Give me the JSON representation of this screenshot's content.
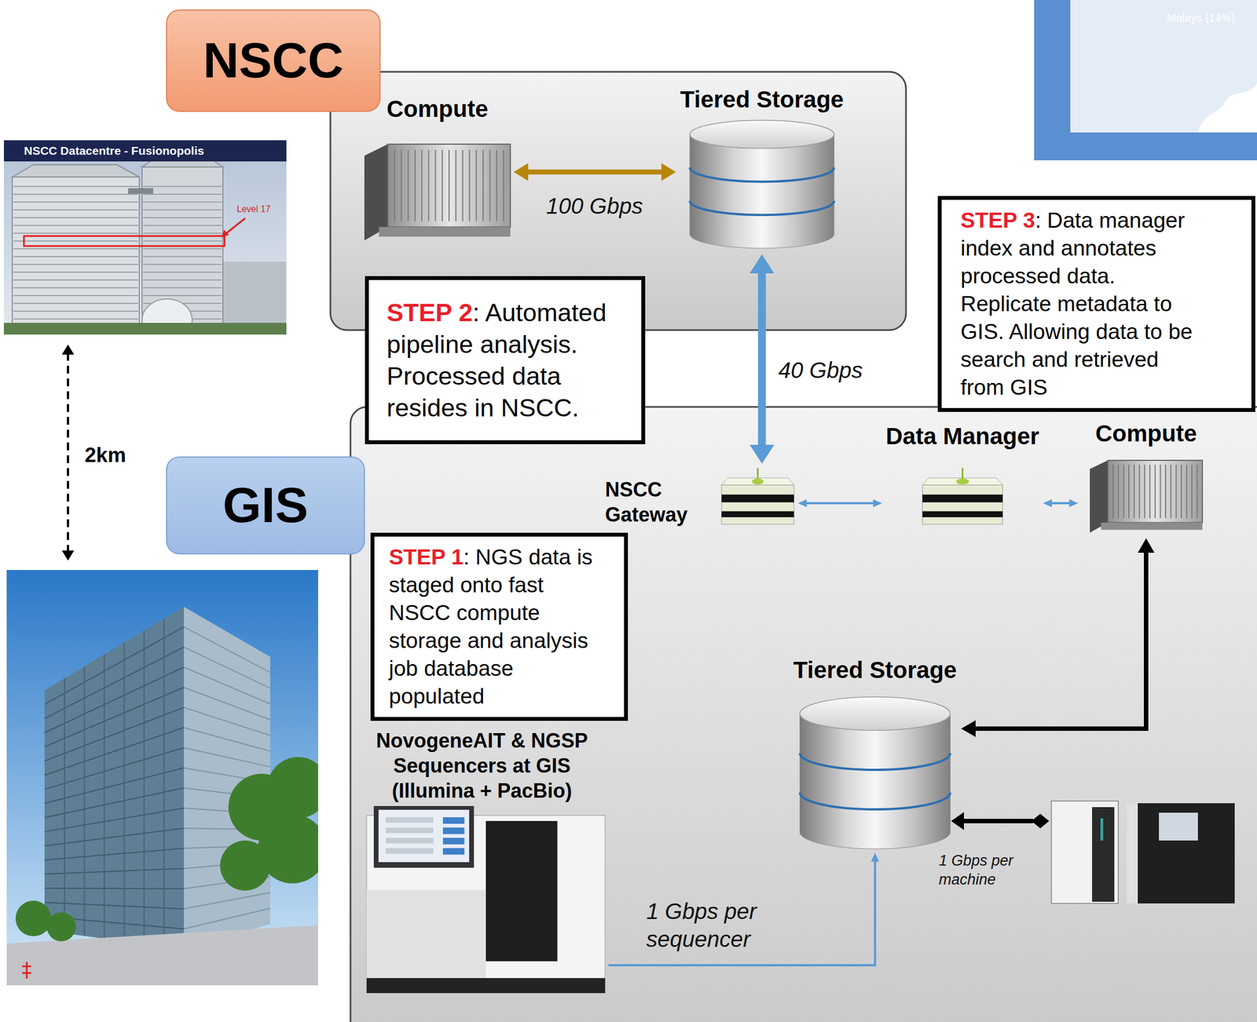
{
  "diagram": {
    "nodes": [
      {
        "text": [
          "NSCC"
        ]
      },
      {
        "text": [
          "Compute"
        ],
        "in": 0
      },
      {
        "text": [
          "Tiered Storage"
        ],
        "in": 0
      },
      {
        "text": [
          "NSCC Datacentre - Fusionopolis",
          "Level 17"
        ]
      },
      {
        "text": [
          "STEP 2",
          ": Automated pipeline analysis. Processed data resides in NSCC."
        ]
      },
      {
        "text": [
          "STEP 3",
          ": Data manager index and annotates processed data. Replicate metadata to GIS. Allowing data to be search and retrieved from GIS"
        ]
      },
      {
        "text": [
          "GIS"
        ]
      },
      {
        "text": [
          "NSCC Gateway"
        ],
        "in": 6
      },
      {
        "text": [
          "Data Manager"
        ],
        "in": 6
      },
      {
        "text": [
          "Compute"
        ],
        "in": 6
      },
      {
        "text": [
          "STEP 1",
          ": NGS data is staged onto fast NSCC compute storage and analysis job database populated"
        ],
        "in": 6
      },
      {
        "text": [
          "NovogeneAIT & NGSP Sequencers at GIS (Illumina + PacBio)"
        ],
        "in": 6
      },
      {
        "text": [
          "Tiered Storage"
        ],
        "in": 6
      }
    ],
    "edges": [
      {
        "from": 1,
        "to": 2,
        "arrow": "both",
        "label": "100 Gbps"
      },
      {
        "from": 2,
        "to": 7,
        "arrow": "both",
        "label": "40 Gbps"
      },
      {
        "from": 7,
        "to": 8,
        "arrow": "both"
      },
      {
        "from": 8,
        "to": 9,
        "arrow": "both"
      },
      {
        "from": 12,
        "to": 9,
        "arrow": "both"
      },
      {
        "from": 11,
        "to": 12,
        "arrow": "to",
        "label": "1 Gbps per sequencer"
      }
    ],
    "labels": [
      "Malays (14%)",
      "2km",
      "1 Gbps per machine"
    ]
  }
}
